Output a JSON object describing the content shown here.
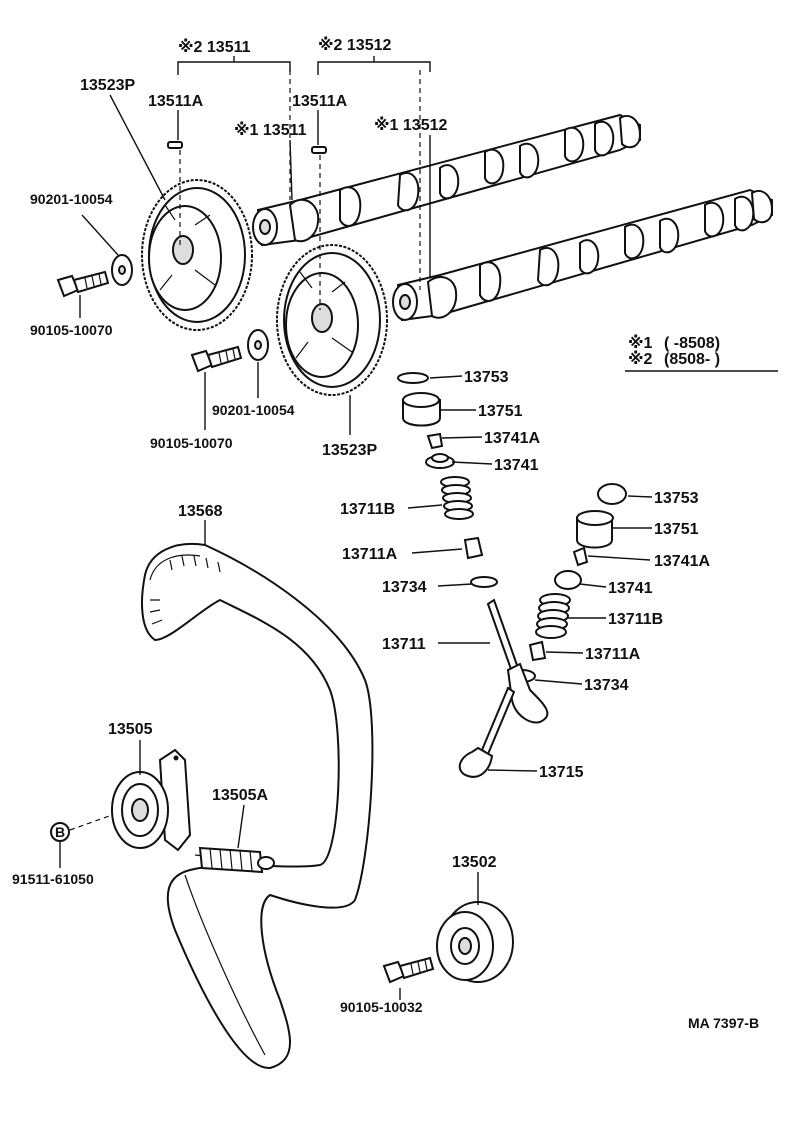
{
  "diagram": {
    "ref_code": "MA 7397-B",
    "legend": {
      "note1_mark": "※1",
      "note1_text": "(      -8508)",
      "note2_mark": "※2",
      "note2_text": "(8508-      )"
    },
    "labels": {
      "p13511_note2": "※2 13511",
      "p13512_note2": "※2 13512",
      "p13523P_top": "13523P",
      "p13511A_left": "13511A",
      "p13511A_right": "13511A",
      "p13511_note1": "※1 13511",
      "p13512_note1": "※1 13512",
      "p90201_top": "90201-10054",
      "p90105_left": "90105-10070",
      "p90201_mid": "90201-10054",
      "p90105_mid": "90105-10070",
      "p13523P_bottom": "13523P",
      "p13753_a": "13753",
      "p13751_a": "13751",
      "p13741A_a": "13741A",
      "p13741_a": "13741",
      "p13711B_a": "13711B",
      "p13711A_a": "13711A",
      "p13734_a": "13734",
      "p13711": "13711",
      "p13753_b": "13753",
      "p13751_b": "13751",
      "p13741A_b": "13741A",
      "p13741_b": "13741",
      "p13711B_b": "13711B",
      "p13711A_b": "13711A",
      "p13734_b": "13734",
      "p13715": "13715",
      "p13568": "13568",
      "p13505": "13505",
      "p13505A": "13505A",
      "p91511": "91511-61050",
      "ref_B": "B",
      "p13502": "13502",
      "p90105_bottom": "90105-10032"
    }
  }
}
